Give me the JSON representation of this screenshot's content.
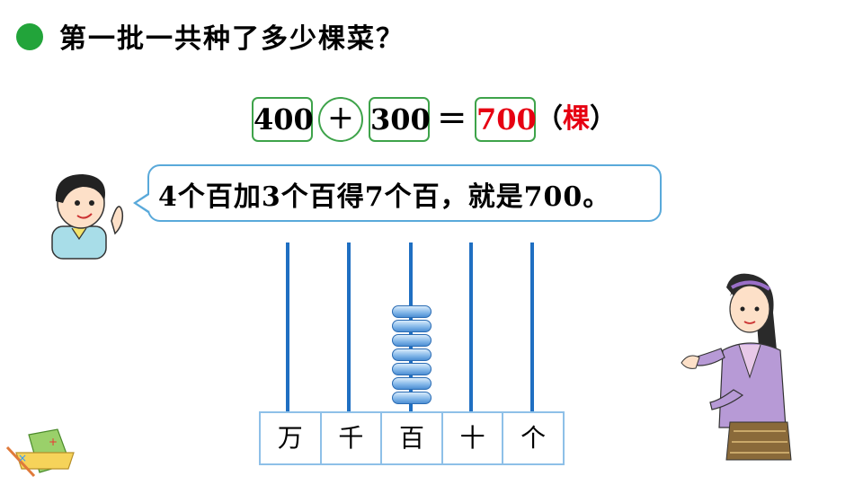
{
  "title": "第一批一共种了多少棵菜？",
  "equation": {
    "addend1": "400",
    "plus": "+",
    "addend2": "300",
    "equals": "=",
    "result": "700",
    "paren_open": "（",
    "unit": "棵",
    "paren_close": "）"
  },
  "speech": "4个百加3个百得7个百，就是700。",
  "abacus": {
    "places": [
      "万",
      "千",
      "百",
      "十",
      "个"
    ],
    "beads_on_hundreds": 7
  },
  "colors": {
    "green": "#3ea34a",
    "red": "#e60012",
    "blue": "#1f6fc2"
  }
}
